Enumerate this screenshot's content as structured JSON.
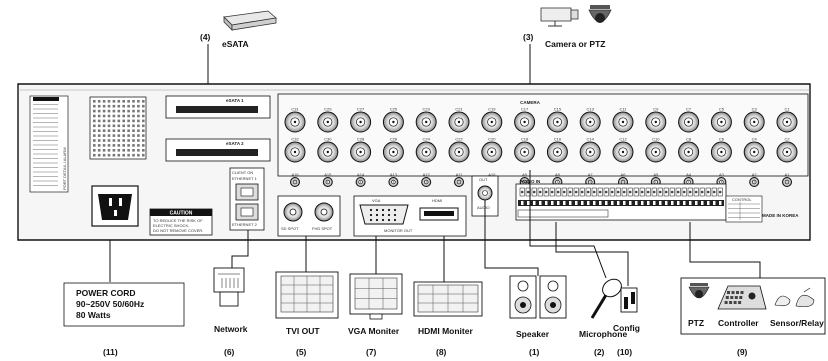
{
  "callouts": {
    "esata": {
      "number": "(4)",
      "label": "eSATA"
    },
    "camera": {
      "number": "(3)",
      "label": "Camera or PTZ"
    },
    "power": {
      "number": "(11)",
      "line1": "POWER CORD",
      "line2": "90~250V 50/60Hz",
      "line3": "80 Watts"
    },
    "network": {
      "number": "(6)",
      "label": "Network"
    },
    "tvi_out": {
      "number": "(5)",
      "label": "TVI OUT"
    },
    "vga": {
      "number": "(7)",
      "label": "VGA Moniter"
    },
    "hdmi": {
      "number": "(8)",
      "label": "HDMI Moniter"
    },
    "speaker": {
      "number": "(1)",
      "label": "Speaker"
    },
    "microphone": {
      "number": "(2)",
      "label": "Microphone"
    },
    "config": {
      "number": "(10)",
      "label": "Config"
    },
    "devices": {
      "number": "(9)",
      "ptz": "PTZ",
      "controller": "Controller",
      "sensor": "Sensor/Relay"
    }
  },
  "panel": {
    "esata1": "eSATA 1",
    "esata2": "eSATA 2",
    "camera_header": "CAMERA",
    "audio_in": "AUDIO IN",
    "caution_title": "CAUTION",
    "caution_text": [
      "TO REDUCE THE RISK OF",
      "ELECTRIC SHOCK,",
      "DO NOT REMOVE COVER."
    ],
    "ethernet1": "ETHERNET 1",
    "ethernet2": "ETHERNET 2",
    "client_on": "CLIENT ON",
    "sd_spot": "SD SPOT",
    "fhd_spot": "FHD SPOT",
    "vga": "VGA",
    "hdmi": "HDMI",
    "monitor_out": "MONITOR OUT",
    "out": "OUT",
    "audio": "AUDIO",
    "made_in": "MADE IN KOREA",
    "control": "CONTROL",
    "side_label": "PORT DETAIL / ALARM",
    "camera_row1": [
      "C31",
      "C29",
      "C27",
      "C25",
      "C23",
      "C21",
      "C19",
      "C17",
      "C15",
      "C13",
      "C11",
      "C9",
      "C7",
      "C5",
      "C3",
      "C1"
    ],
    "camera_row2": [
      "C32",
      "C30",
      "C28",
      "C26",
      "C24",
      "C22",
      "C20",
      "C18",
      "C16",
      "C14",
      "C12",
      "C10",
      "C8",
      "C6",
      "C4",
      "C2"
    ],
    "audio_row": [
      "A16",
      "A15",
      "A14",
      "A13",
      "A12",
      "A11",
      "A10",
      "A9",
      "A8",
      "A7",
      "A6",
      "A5",
      "A4",
      "A3",
      "A2",
      "A1"
    ]
  },
  "colors": {
    "line": "#111111",
    "panel": "#f4f4f4",
    "dark": "#1a1a1a"
  }
}
